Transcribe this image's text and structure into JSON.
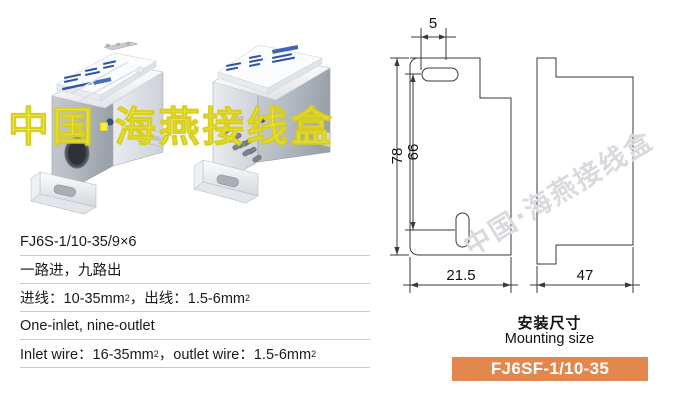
{
  "watermarks": {
    "yellow": "中国·海燕接线盒",
    "gray": "中国·海燕接线盒"
  },
  "photos": {
    "left_alt": "terminal-block-inlet-view",
    "right_alt": "terminal-block-outlet-view"
  },
  "spec": {
    "rows": [
      {
        "id": "model",
        "text": "FJ6S-1/10-35/9×6"
      },
      {
        "id": "ways_cn",
        "text": "一路进，九路出"
      },
      {
        "id": "wire_cn_pre",
        "text": "进线：10-35mm"
      },
      {
        "id": "wire_cn_mid",
        "text": "，出线：1.5-6mm"
      },
      {
        "id": "ways_en",
        "text": "One-inlet, nine-outlet"
      },
      {
        "id": "wire_en_pre",
        "text": "Inlet wire：16-35mm"
      },
      {
        "id": "wire_en_mid",
        "text": "，outlet wire：1.5-6mm"
      },
      {
        "id": "sup",
        "text": "2"
      }
    ]
  },
  "drawing": {
    "dims": {
      "top_width": "5",
      "height_outer": "78",
      "height_inner": "66",
      "front_width": "21.5",
      "side_width": "47"
    }
  },
  "mounting": {
    "title_cn": "安装尺寸",
    "title_en": "Mounting size",
    "badge_label": "FJ6SF-1/10-35"
  },
  "colors": {
    "badge_bg": "#e2884f",
    "badge_text": "#ffffff",
    "watermark_yellow": "#f5ef4e",
    "watermark_gray": "#d9dade",
    "rule": "#c9c9c9",
    "line": "#3a3a3a"
  }
}
